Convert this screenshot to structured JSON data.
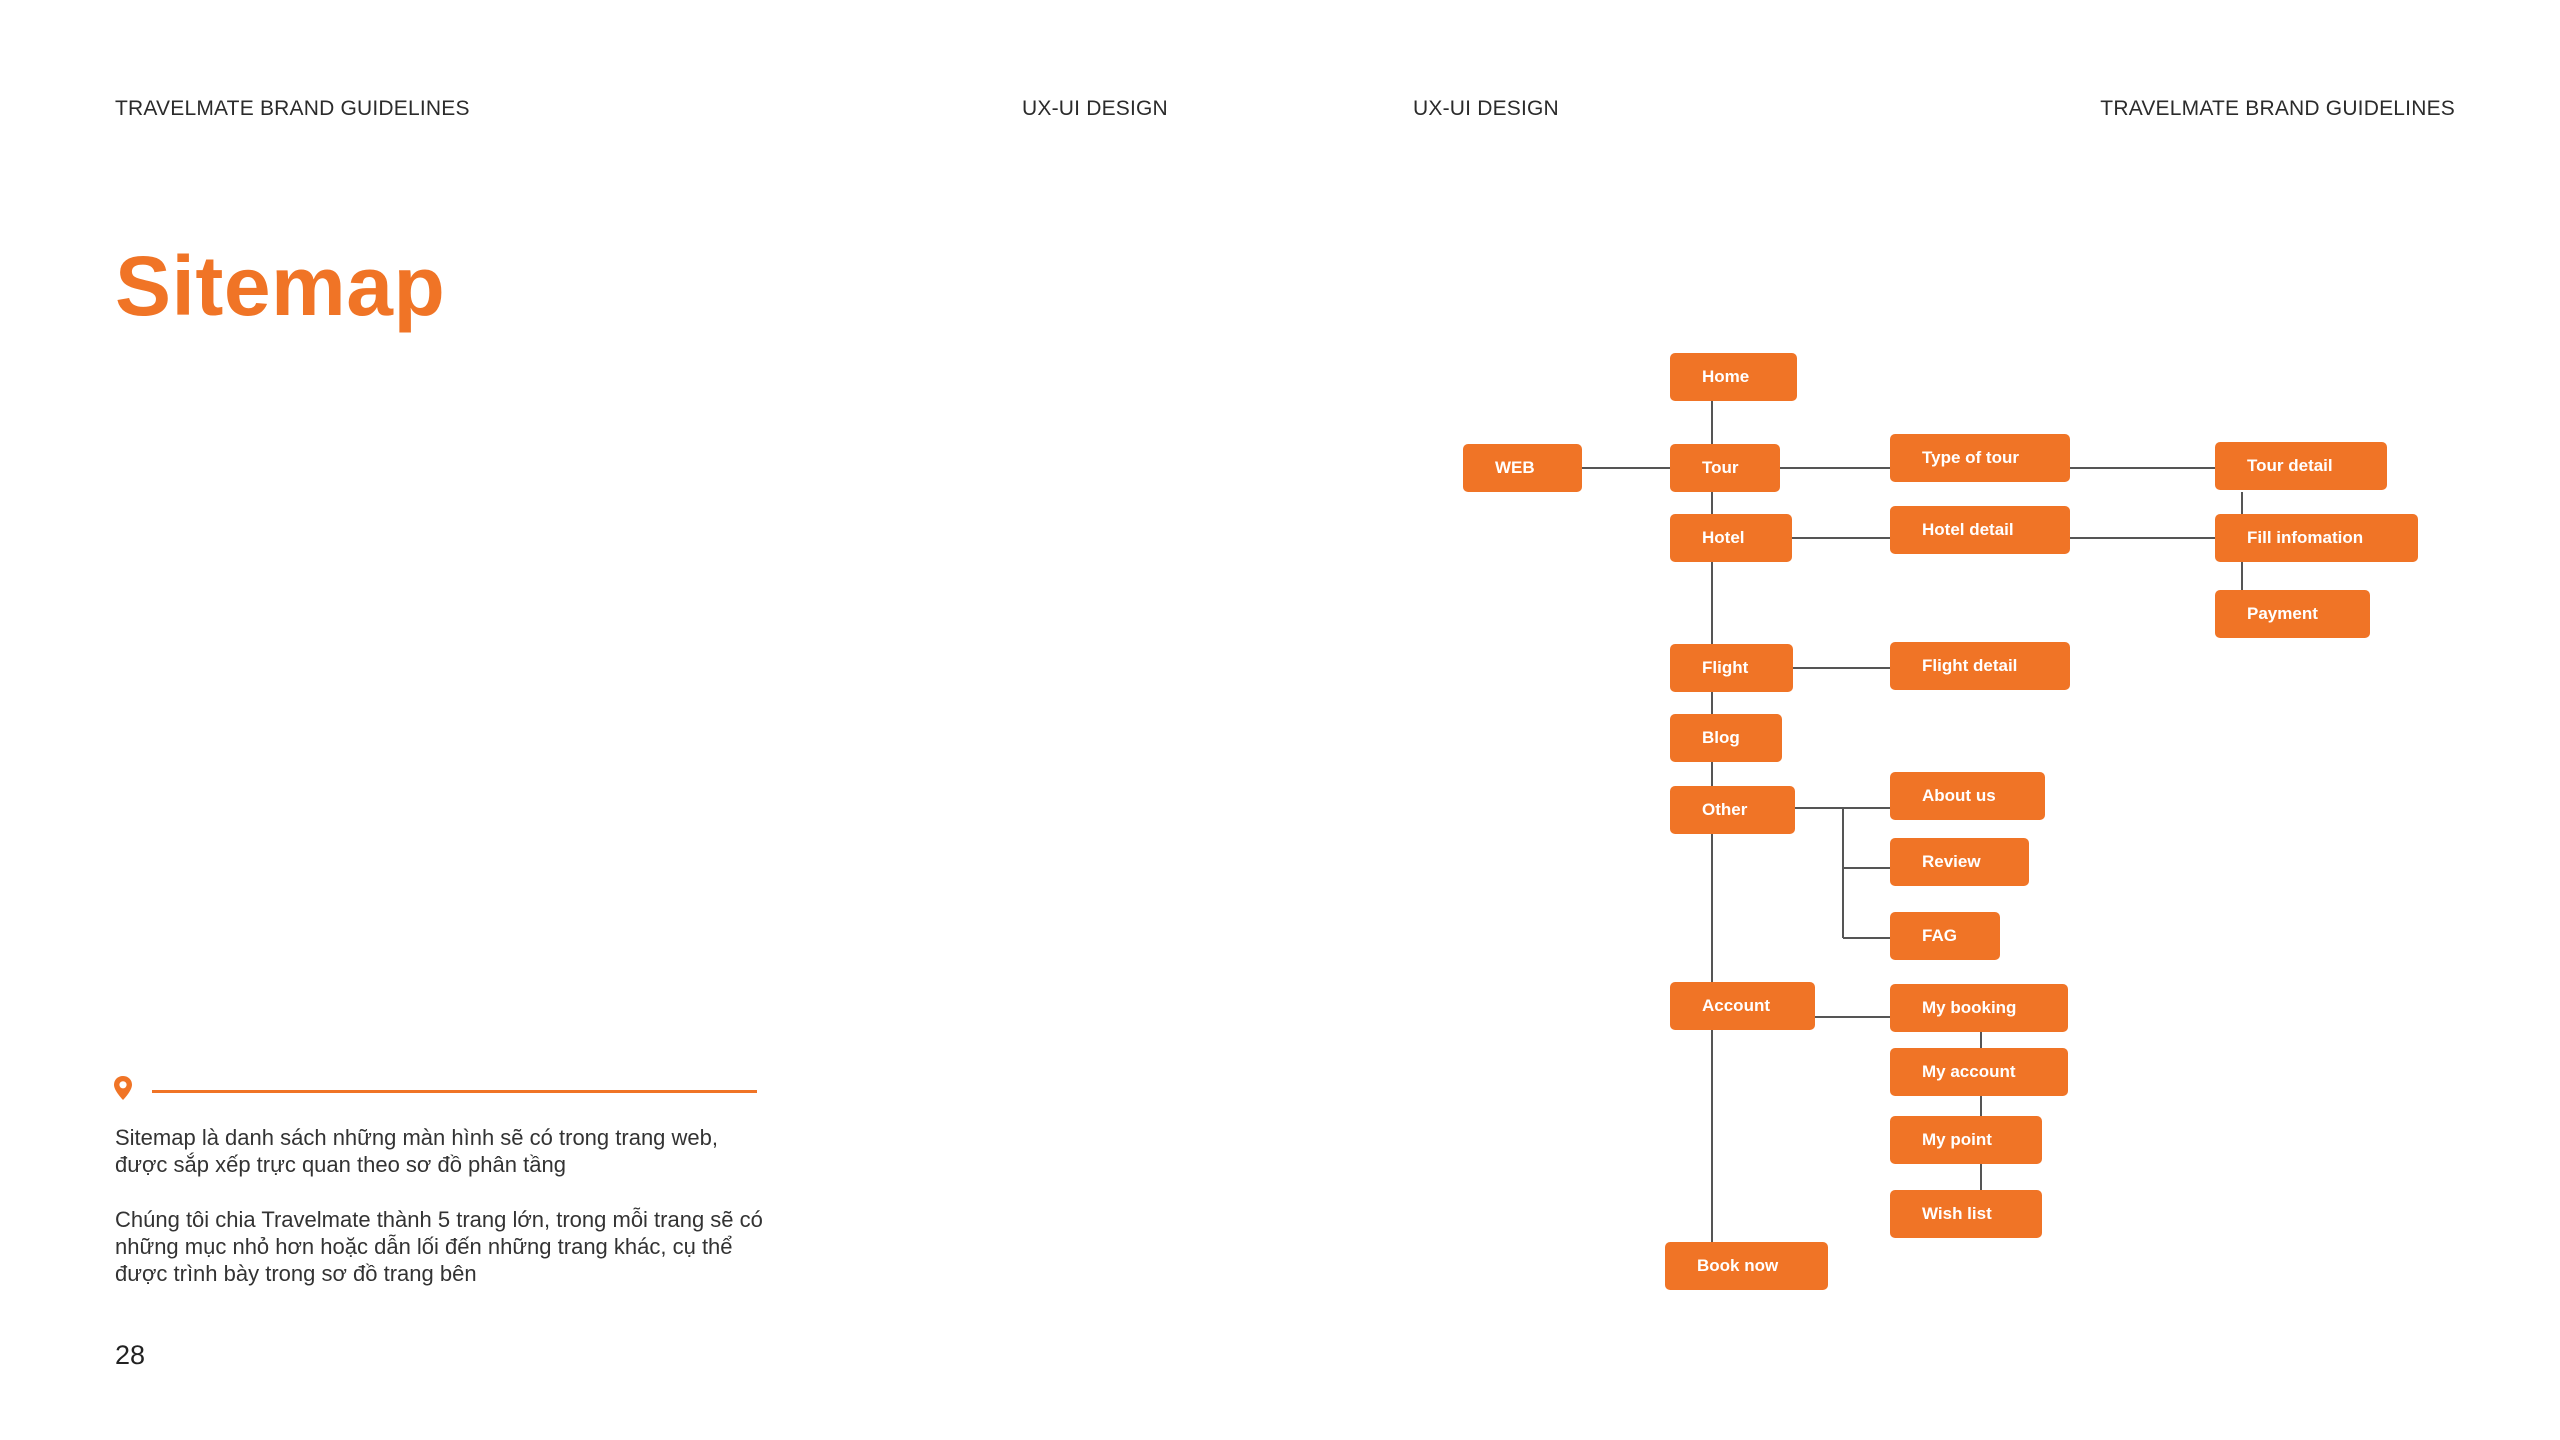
{
  "header": {
    "left_text": "TRAVELMATE BRAND GUIDELINES",
    "center_left_text": "UX-UI DESIGN",
    "center_right_text": "UX-UI DESIGN",
    "right_text": "TRAVELMATE BRAND GUIDELINES"
  },
  "page": {
    "title": "Sitemap",
    "paragraph_1": "Sitemap là danh sách những màn hình sẽ có trong trang web, được sắp xếp trực quan theo sơ đồ phân tầng",
    "paragraph_2": "Chúng tôi chia Travelmate thành 5 trang lớn, trong mỗi trang sẽ có những mục nhỏ hơn hoặc dẫn lối đến những trang khác, cụ thể được trình bày trong sơ đồ trang bên",
    "page_number": "28",
    "icon": "location-pin-icon"
  },
  "colors": {
    "accent": "#f07426",
    "connector": "#555555",
    "text": "#333333"
  },
  "sitemap": {
    "web": "WEB",
    "home": "Home",
    "tour": "Tour",
    "hotel": "Hotel",
    "flight": "Flight",
    "blog": "Blog",
    "other": "Other",
    "account": "Account",
    "book_now": "Book now",
    "type_of_tour": "Type of tour",
    "hotel_detail": "Hotel detail",
    "flight_detail": "Flight detail",
    "about_us": "About us",
    "review": "Review",
    "fag": "FAG",
    "my_booking": "My booking",
    "my_account": "My account",
    "my_point": "My point",
    "wish_list": "Wish list",
    "tour_detail": "Tour detail",
    "fill_infomation": "Fill infomation",
    "payment": "Payment"
  }
}
